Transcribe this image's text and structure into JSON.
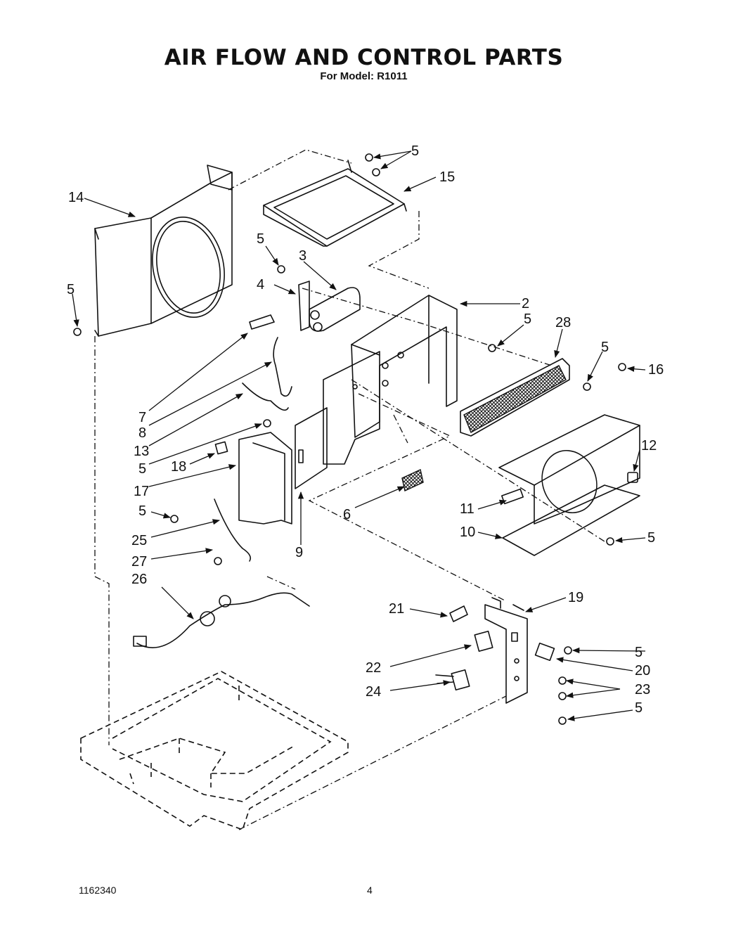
{
  "header": {
    "title": "AIR FLOW AND CONTROL PARTS",
    "subtitle": "For Model: R1011"
  },
  "footer": {
    "doc_number": "1162340",
    "page_number": "4"
  },
  "callouts": {
    "c2": "2",
    "c3": "3",
    "c4": "4",
    "c5a": "5",
    "c5b": "5",
    "c5c": "5",
    "c5d": "5",
    "c5e": "5",
    "c5f": "5",
    "c5g": "5",
    "c5h": "5",
    "c5i": "5",
    "c5j": "5",
    "c5k": "5",
    "c6": "6",
    "c7": "7",
    "c8": "8",
    "c9": "9",
    "c10": "10",
    "c11": "11",
    "c12": "12",
    "c13": "13",
    "c14": "14",
    "c15": "15",
    "c16": "16",
    "c17": "17",
    "c18": "18",
    "c19": "19",
    "c20": "20",
    "c21": "21",
    "c22": "22",
    "c23": "23",
    "c24": "24",
    "c25": "25",
    "c26": "26",
    "c27": "27",
    "c28": "28"
  }
}
